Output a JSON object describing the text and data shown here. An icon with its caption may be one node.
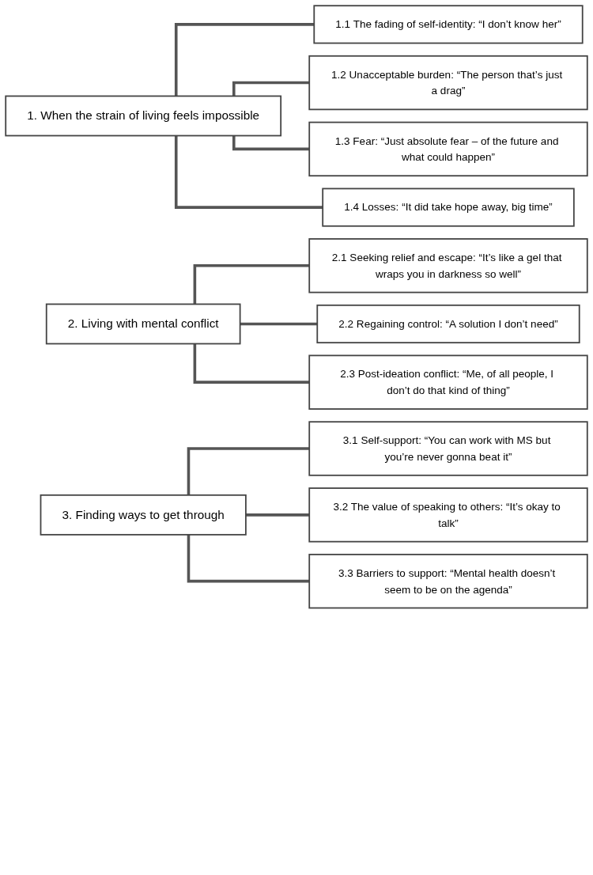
{
  "diagram": {
    "nodes": [
      {
        "text": [
          "1. When the strain of living feels impossible"
        ]
      },
      {
        "text": [
          "1.1 The fading of self-identity: “I don’t know her”"
        ]
      },
      {
        "text": [
          "1.2 Unacceptable burden: “The person that’s just a drag”"
        ]
      },
      {
        "text": [
          "1.3 Fear: “Just absolute fear – of the future and what could happen”"
        ]
      },
      {
        "text": [
          "1.4 Losses: “It did take hope away, big time”"
        ]
      },
      {
        "text": [
          "2. Living with mental conflict"
        ]
      },
      {
        "text": [
          "2.1 Seeking relief and escape: “It’s like a gel that wraps you in darkness so well”"
        ]
      },
      {
        "text": [
          "2.2 Regaining control: “A solution I don’t need”"
        ]
      },
      {
        "text": [
          "2.3 Post-ideation conflict: “Me, of all people, I don’t do that kind of thing”"
        ]
      },
      {
        "text": [
          "3. Finding ways to get through"
        ]
      },
      {
        "text": [
          "3.1 Self-support: “You can work with MS but you’re never gonna beat it”"
        ]
      },
      {
        "text": [
          "3.2 The value of speaking to others: “It’s okay to talk”"
        ]
      },
      {
        "text": [
          "3.3 Barriers to support: “Mental health doesn’t seem to be on the agenda”"
        ]
      }
    ],
    "edges": [
      {
        "from": 0,
        "to": 1,
        "arrow": "none"
      },
      {
        "from": 0,
        "to": 2,
        "arrow": "none"
      },
      {
        "from": 0,
        "to": 3,
        "arrow": "none"
      },
      {
        "from": 0,
        "to": 4,
        "arrow": "none"
      },
      {
        "from": 5,
        "to": 6,
        "arrow": "none"
      },
      {
        "from": 5,
        "to": 7,
        "arrow": "none"
      },
      {
        "from": 5,
        "to": 8,
        "arrow": "none"
      },
      {
        "from": 9,
        "to": 10,
        "arrow": "none"
      },
      {
        "from": 9,
        "to": 11,
        "arrow": "none"
      },
      {
        "from": 9,
        "to": 12,
        "arrow": "none"
      }
    ]
  }
}
